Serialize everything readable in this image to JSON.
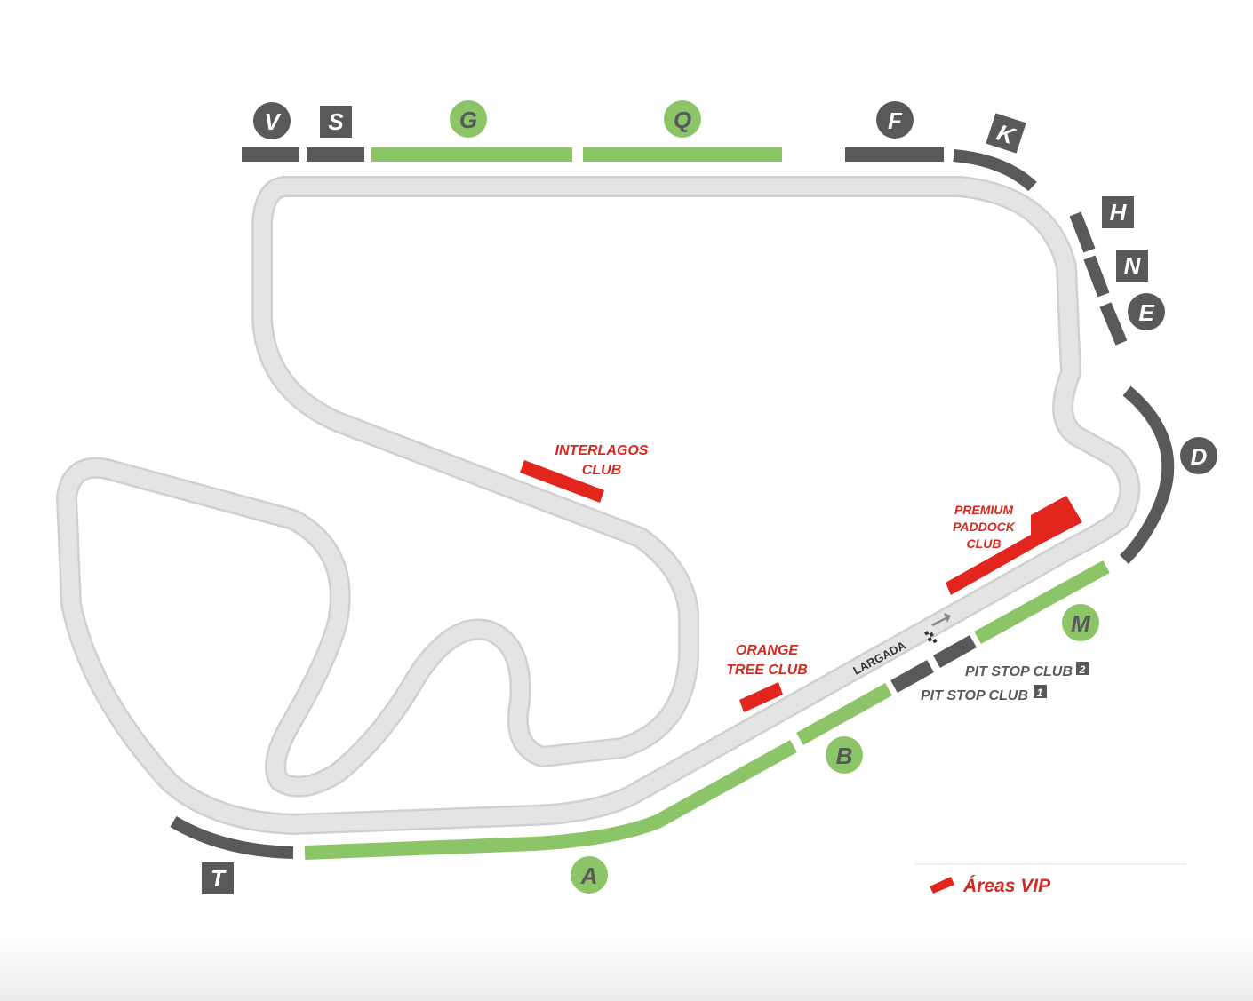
{
  "colors": {
    "track": "#dcdedd",
    "stand_gray": "#58595b",
    "stand_green": "#8cc567",
    "vip_red": "#e2261d",
    "vip_text": "#d42a22"
  },
  "stands": {
    "V": "V",
    "S": "S",
    "G": "G",
    "Q": "Q",
    "F": "F",
    "K": "K",
    "H": "H",
    "N": "N",
    "E": "E",
    "D": "D",
    "M": "M",
    "B": "B",
    "A": "A",
    "T": "T"
  },
  "vip_areas": {
    "interlagos_club": [
      "INTERLAGOS",
      "CLUB"
    ],
    "premium_paddock_club": [
      "PREMIUM",
      "PADDOCK",
      "CLUB"
    ],
    "orange_tree_club": [
      "ORANGE",
      "TREE CLUB"
    ]
  },
  "pit_stop_club_1": {
    "label": "PIT STOP CLUB",
    "number": "1"
  },
  "pit_stop_club_2": {
    "label": "PIT STOP CLUB",
    "number": "2"
  },
  "start_label": "LARGADA",
  "legend": {
    "label": "Áreas VIP"
  }
}
